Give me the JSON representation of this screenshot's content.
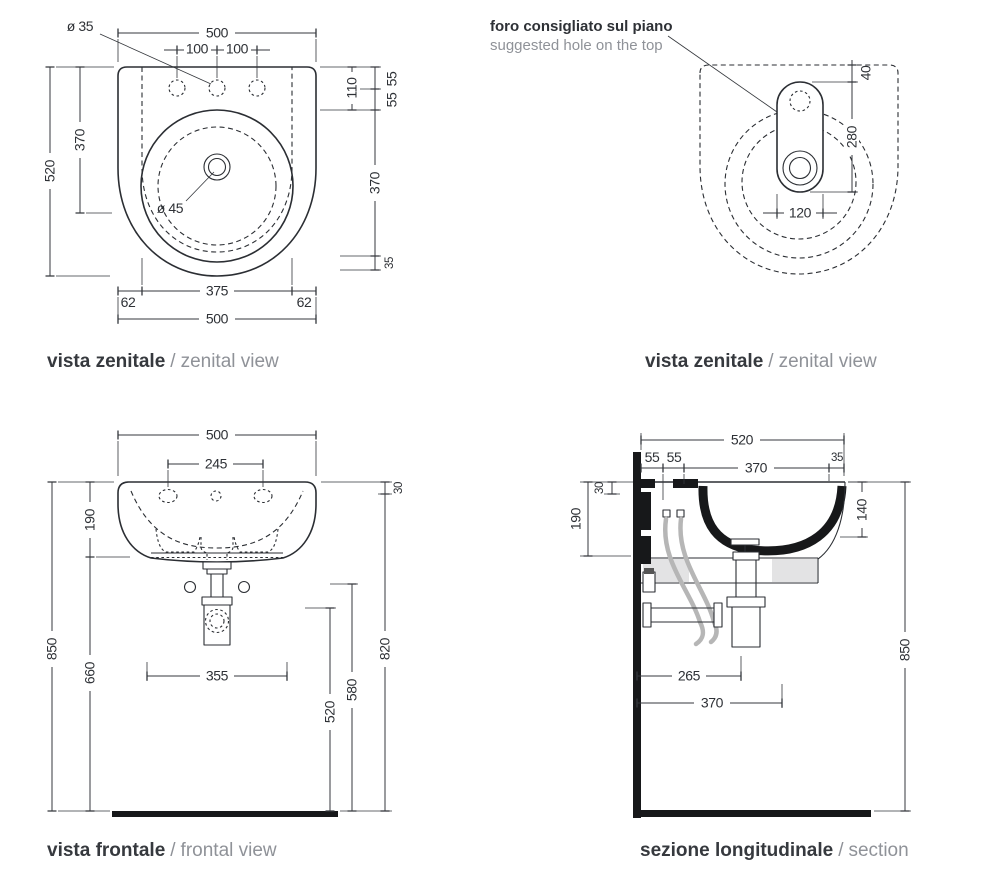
{
  "colors": {
    "line": "#2b2e33",
    "dim_text": "#2e3136",
    "caption_muted": "#8f9298",
    "caption_strong": "#36393e",
    "hose_gray": "#b6b6b6",
    "solid_black": "#17181a",
    "fill_gray": "#e3e3e4"
  },
  "views": {
    "zl": {
      "caption": {
        "it": "vista zenitale",
        "sep": "/",
        "en": "zenital view"
      },
      "dims": {
        "w500t": "500",
        "p100a": "100",
        "p100b": "100",
        "dia35": "ø 35",
        "d520": "520",
        "d370l": "370",
        "d110": "110",
        "d55a": "55",
        "d55b": "55",
        "d370r": "370",
        "d35": "35",
        "dia45": "ø 45",
        "d62a": "62",
        "d375": "375",
        "d62b": "62",
        "w500b": "500"
      }
    },
    "zr": {
      "note_it": "foro consigliato sul piano",
      "note_en": "suggested hole on the top",
      "caption": {
        "it": "vista zenitale",
        "sep": "/",
        "en": "zenital view"
      },
      "dims": {
        "d40": "40",
        "d280": "280",
        "d120": "120"
      }
    },
    "fr": {
      "caption": {
        "it": "vista frontale",
        "sep": "/",
        "en": "frontal view"
      },
      "dims": {
        "w500": "500",
        "p245": "245",
        "d30": "30",
        "d190": "190",
        "d850": "850",
        "d660": "660",
        "d355": "355",
        "d520": "520",
        "d580": "580",
        "d820": "820"
      }
    },
    "se": {
      "caption": {
        "it": "sezione longitudinale",
        "sep": "/",
        "en": "section"
      },
      "dims": {
        "d520": "520",
        "d55a": "55",
        "d55b": "55",
        "d370t": "370",
        "d35": "35",
        "d30": "30",
        "d190": "190",
        "d140": "140",
        "d850": "850",
        "d265": "265",
        "d370m": "370"
      }
    }
  }
}
